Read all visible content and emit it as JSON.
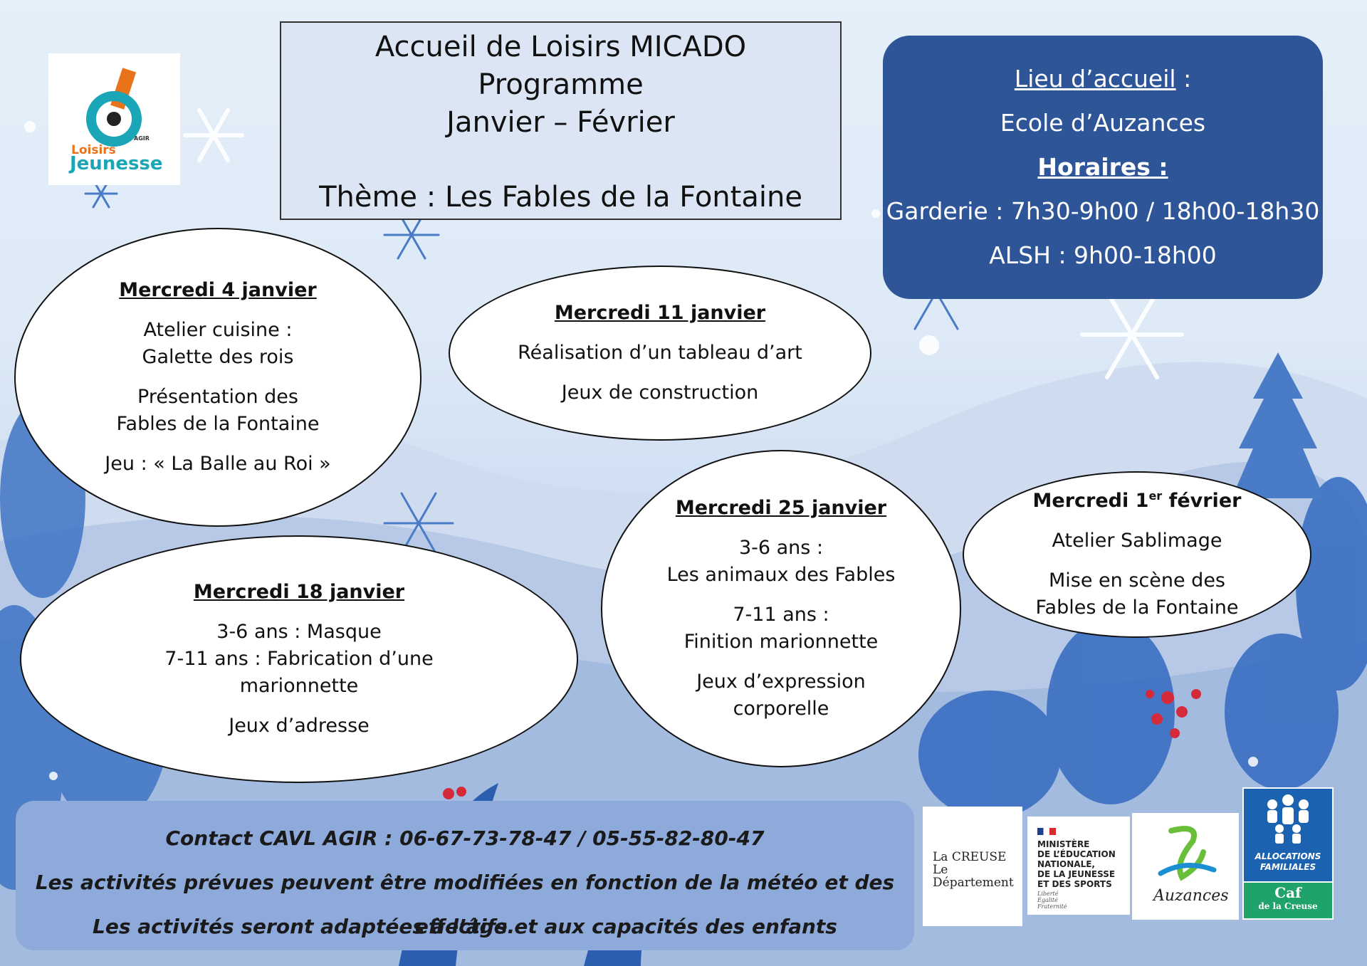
{
  "logo": {
    "line0": "AGIR",
    "line1": "Loisirs",
    "line2": "Jeunesse"
  },
  "title": {
    "line1": "Accueil de Loisirs MICADO",
    "line2": "Programme",
    "line3": "Janvier – Février",
    "theme": "Thème : Les Fables de la Fontaine"
  },
  "info": {
    "lieu_label": "Lieu d’accueil",
    "lieu_colon": " :",
    "lieu_value": "Ecole d’Auzances",
    "horaires_label": "Horaires :",
    "garderie": "Garderie : 7h30-9h00 / 18h00-18h30",
    "alsh": "ALSH : 9h00-18h00"
  },
  "days": {
    "jan4": {
      "title": "Mercredi 4 janvier",
      "l1": "Atelier cuisine :",
      "l2": "Galette des rois",
      "l3": "Présentation des",
      "l4": "Fables de la Fontaine",
      "l5": "Jeu : « La Balle au Roi »"
    },
    "jan11": {
      "title": "Mercredi 11 janvier",
      "l1": "Réalisation d’un tableau d’art",
      "l2": "Jeux de construction"
    },
    "jan18": {
      "title": "Mercredi 18 janvier",
      "l1": "3-6 ans : Masque",
      "l2": "7-11 ans : Fabrication d’une",
      "l3": "marionnette",
      "l4": "Jeux d’adresse"
    },
    "jan25": {
      "title": "Mercredi 25 janvier",
      "l1": "3-6 ans :",
      "l2": "Les animaux des Fables",
      "l3": "7-11 ans :",
      "l4": "Finition marionnette",
      "l5": "Jeux d’expression",
      "l6": "corporelle"
    },
    "feb1": {
      "title_a": "Mercredi 1",
      "title_sup": "er",
      "title_b": " février",
      "l1": "Atelier Sablimage",
      "l2": "Mise en scène des",
      "l3": "Fables de la Fontaine"
    }
  },
  "contact": {
    "line1": "Contact CAVL AGIR : 06-67-73-78-47 / 05-55-82-80-47",
    "line2": "Les activités prévues peuvent être modifiées en fonction de la météo et des effectifs.",
    "line3": "Les activités seront adaptées à l’âge et aux capacités des enfants"
  },
  "partners": {
    "creuse_1": "La CREUSE",
    "creuse_2": "Le Département",
    "ministere": [
      "MINISTÈRE",
      "DE L’ÉDUCATION",
      "NATIONALE,",
      "DE LA JEUNESSE",
      "ET DES SPORTS"
    ],
    "devise": [
      "Liberté",
      "Égalité",
      "Fraternité"
    ],
    "auzances": "Auzances",
    "caf_1": "ALLOCATIONS",
    "caf_2": "FAMILIALES",
    "caf_3": "Caf",
    "caf_4": "de la Creuse"
  },
  "colors": {
    "info_bg": "#2e5597",
    "contact_bg": "#8eaadb",
    "title_bg": "#dbe5f3",
    "agir_orange": "#e8731a",
    "agir_teal": "#1aa6b7"
  }
}
